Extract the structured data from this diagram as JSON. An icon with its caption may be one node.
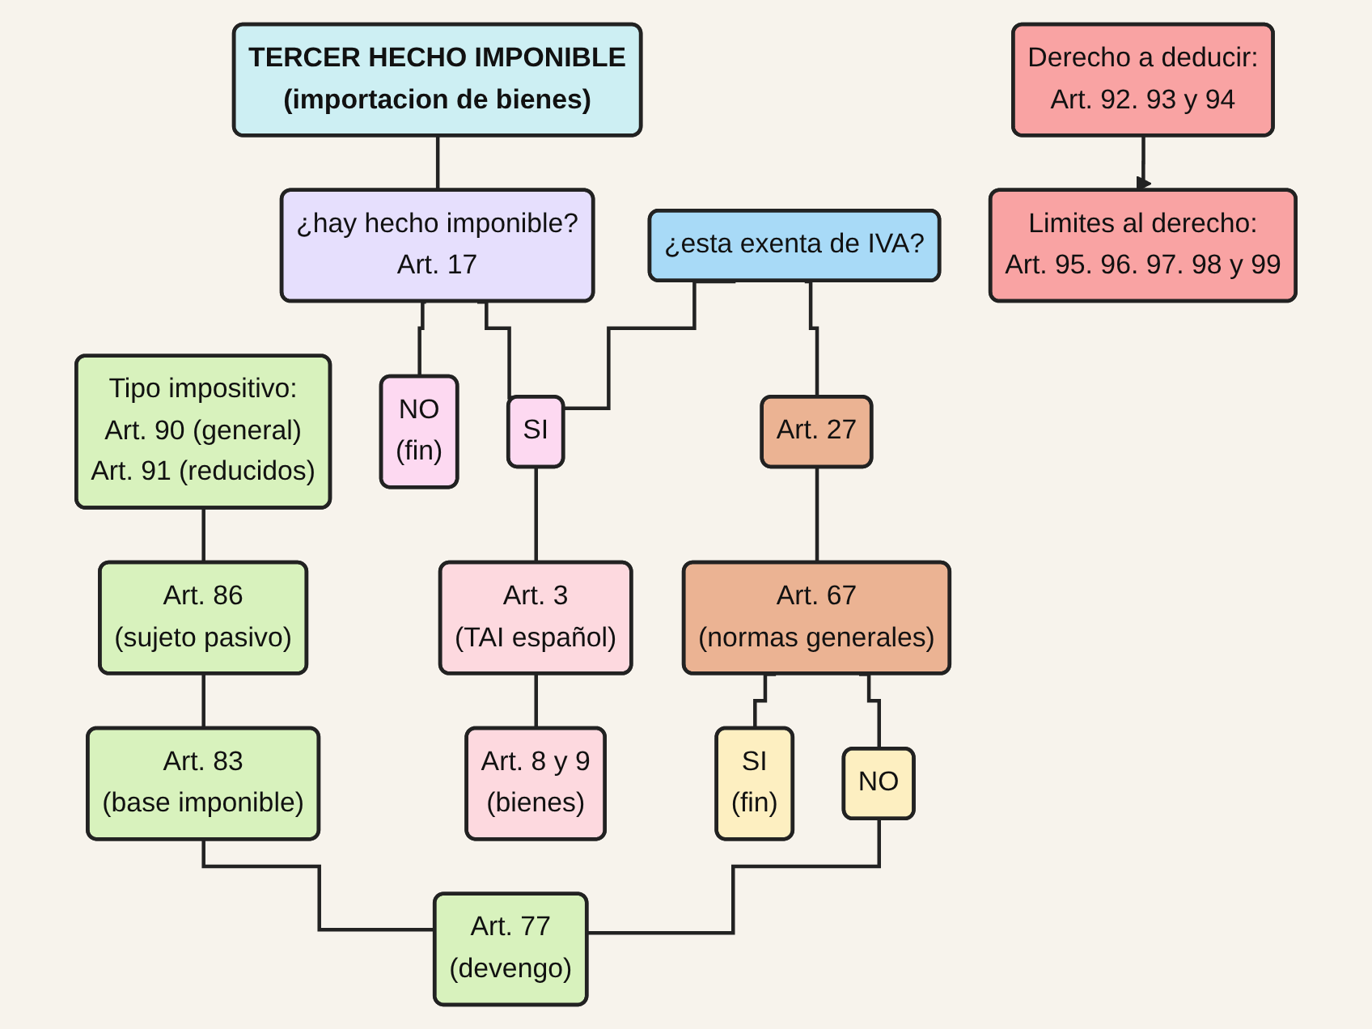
{
  "diagram": {
    "nodes": [
      {
        "text": [
          "TERCER HECHO IMPONIBLE",
          "(importacion de bienes)"
        ]
      },
      {
        "text": [
          "¿hay hecho imponible?",
          "Art. 17"
        ]
      },
      {
        "text": [
          "¿esta exenta de IVA?"
        ]
      },
      {
        "text": [
          "Tipo impositivo:",
          "Art. 90 (general)",
          "Art. 91 (reducidos)"
        ]
      },
      {
        "text": [
          "NO",
          "(fin)"
        ]
      },
      {
        "text": [
          "SI"
        ]
      },
      {
        "text": [
          "Art. 27"
        ]
      },
      {
        "text": [
          "Art. 3",
          "(TAI español)"
        ]
      },
      {
        "text": [
          "Art. 67",
          "(normas generales)"
        ]
      },
      {
        "text": [
          "Art. 86",
          "(sujeto pasivo)"
        ]
      },
      {
        "text": [
          "Art. 8 y 9",
          "(bienes)"
        ]
      },
      {
        "text": [
          "Art. 83",
          "(base imponible)"
        ]
      },
      {
        "text": [
          "SI",
          "(fin)"
        ]
      },
      {
        "text": [
          "NO"
        ]
      },
      {
        "text": [
          "Art. 77",
          "(devengo)"
        ]
      },
      {
        "text": [
          "Derecho a deducir:",
          "Art. 92. 93 y 94"
        ]
      },
      {
        "text": [
          "Limites al derecho:",
          "Art. 95. 96. 97. 98 y 99"
        ]
      }
    ],
    "edges": [
      {
        "from": 0,
        "to": 1,
        "arrow": "none"
      },
      {
        "from": 1,
        "to": 4,
        "arrow": "none"
      },
      {
        "from": 1,
        "to": 5,
        "arrow": "none"
      },
      {
        "from": 5,
        "to": 7,
        "arrow": "none"
      },
      {
        "from": 7,
        "to": 10,
        "arrow": "none"
      },
      {
        "from": 2,
        "to": 5,
        "arrow": "none"
      },
      {
        "from": 2,
        "to": 6,
        "arrow": "none"
      },
      {
        "from": 6,
        "to": 8,
        "arrow": "none"
      },
      {
        "from": 8,
        "to": 12,
        "arrow": "none"
      },
      {
        "from": 8,
        "to": 13,
        "arrow": "none"
      },
      {
        "from": 13,
        "to": 14,
        "arrow": "none"
      },
      {
        "from": 3,
        "to": 9,
        "arrow": "none"
      },
      {
        "from": 9,
        "to": 11,
        "arrow": "none"
      },
      {
        "from": 11,
        "to": 14,
        "arrow": "none"
      },
      {
        "from": 15,
        "to": 16,
        "arrow": "to"
      }
    ]
  }
}
